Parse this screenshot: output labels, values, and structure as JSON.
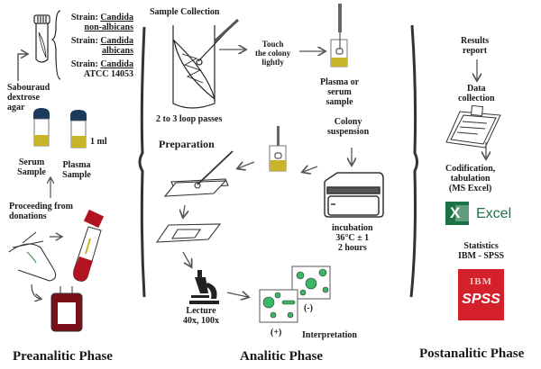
{
  "preanalitic": {
    "strains": [
      {
        "prefix": "Strain:",
        "name": "Candida",
        "name2": "non-albicans"
      },
      {
        "prefix": "Strain:",
        "name": "Candida",
        "name2": "albicans"
      },
      {
        "prefix": "Strain:",
        "name": "Candida",
        "name2": "ATCC 14053"
      }
    ],
    "medium": [
      "Sabouraud",
      "dextrose",
      "agar"
    ],
    "serum_label": [
      "Serum",
      "Sample"
    ],
    "plasma_label": [
      "Plasma",
      "Sample"
    ],
    "volume": "1 ml",
    "source": [
      "Proceeding from",
      "donations"
    ],
    "phase_title": "Preanalitic Phase"
  },
  "analitic": {
    "collection_title": "Sample Collection",
    "loop_passes": "2 to 3 loop passes",
    "touch": [
      "Touch",
      "the colony",
      "lightly"
    ],
    "plasma_serum": [
      "Plasma or",
      "serum",
      "sample"
    ],
    "colony_suspension": [
      "Colony",
      "suspension"
    ],
    "preparation_title": "Preparation",
    "incubation": [
      "incubation",
      "36°C ± 1",
      "2 hours"
    ],
    "lecture": [
      "Lecture",
      "40x, 100x"
    ],
    "positive": "(+)",
    "negative": "(-)",
    "interpretation": "Interpretation",
    "phase_title": "Analitic Phase"
  },
  "postanalitic": {
    "results": [
      "Results",
      "report"
    ],
    "data_collection": [
      "Data",
      "collection"
    ],
    "codification": [
      "Codification,",
      "tabulation",
      "(MS Excel)"
    ],
    "excel_label": "Excel",
    "excel_letter": "X",
    "statistics": [
      "Statistics",
      "IBM - SPSS"
    ],
    "spss_top": "IBM",
    "spss_bottom": "SPSS",
    "phase_title": "Postanalitic Phase"
  },
  "colors": {
    "cap_blue": "#1b3a5c",
    "serum_yellow": "#c8b428",
    "blood_red": "#b3121f",
    "excel_green": "#1e7145",
    "spss_red": "#d4202b",
    "cell_green": "#3cb564"
  }
}
